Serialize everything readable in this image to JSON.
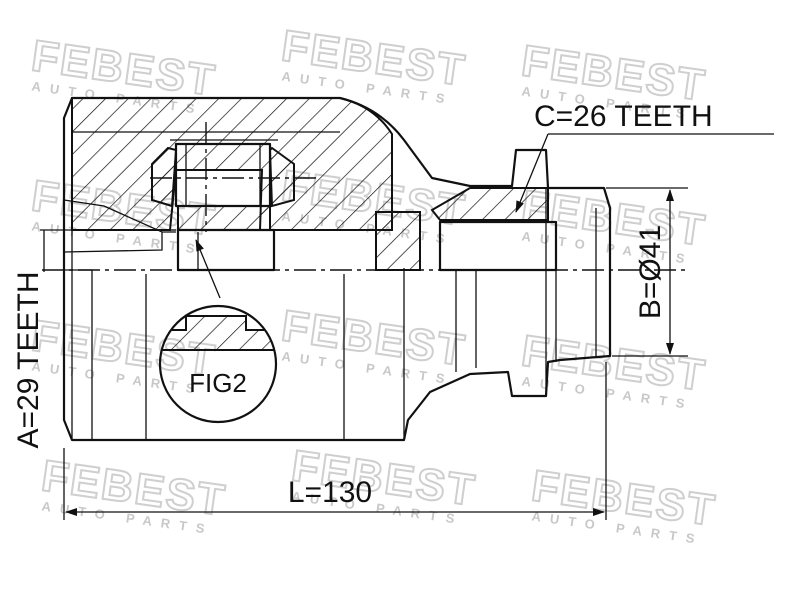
{
  "watermark": {
    "brand": "FEBEST",
    "tagline": "AUTO PARTS"
  },
  "labels": {
    "a_teeth": "A=29 TEETH",
    "b_diameter": "B=Ø41",
    "c_teeth": "C=26 TEETH",
    "length": "L=130",
    "fig": "FIG2"
  },
  "colors": {
    "line": "#111111",
    "watermark": "#cfcfcf",
    "background": "#ffffff"
  }
}
